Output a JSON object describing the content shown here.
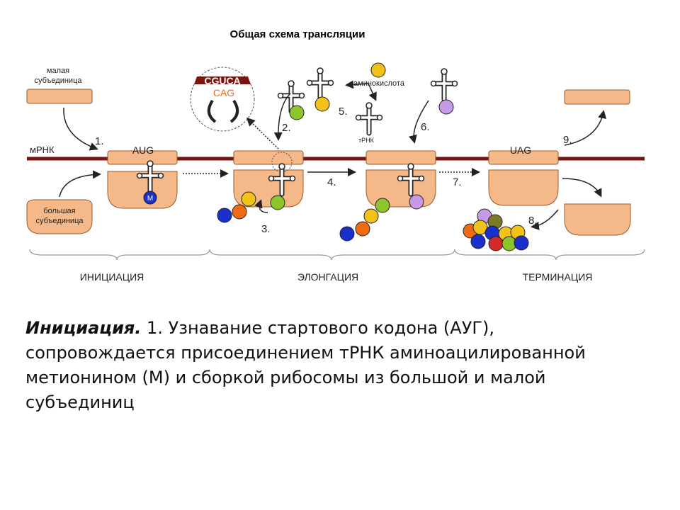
{
  "title": "Общая схема трансляции",
  "labels": {
    "small_subunit": [
      "малая",
      "субъединица"
    ],
    "large_subunit": [
      "большая",
      "субъединица"
    ],
    "mrna": "мРНК",
    "aug": "AUG",
    "uag": "UAG",
    "amino_acid": "аминокислота",
    "trna": "тРНК",
    "methionine": "M",
    "codon_top": "CGUCA",
    "anticodon": "CAG"
  },
  "steps": [
    "1.",
    "2.",
    "3.",
    "4.",
    "5.",
    "6.",
    "7.",
    "8.",
    "9."
  ],
  "phases": {
    "initiation": "ИНИЦИАЦИЯ",
    "elongation": "ЭЛОНГАЦИЯ",
    "termination": "ТЕРМИНАЦИЯ"
  },
  "caption": {
    "lead": "Инициация.",
    "text": " 1. Узнавание стартового кодона (АУГ), сопровождается присоединением тРНК аминоацилированной метионином (М) и сборкой рибосомы из большой и малой субъединиц"
  },
  "colors": {
    "subunit_fill": "#f5b888",
    "subunit_stroke": "#9a5a2e",
    "mrna": "#7a1410",
    "met": "#1a2fcc",
    "green": "#8cc62a",
    "yellow": "#f2c21a",
    "orange": "#f06a14",
    "blue": "#1a2fcc",
    "violet": "#c79ae6",
    "olive": "#7a7a2a",
    "red": "#d42a2a"
  }
}
